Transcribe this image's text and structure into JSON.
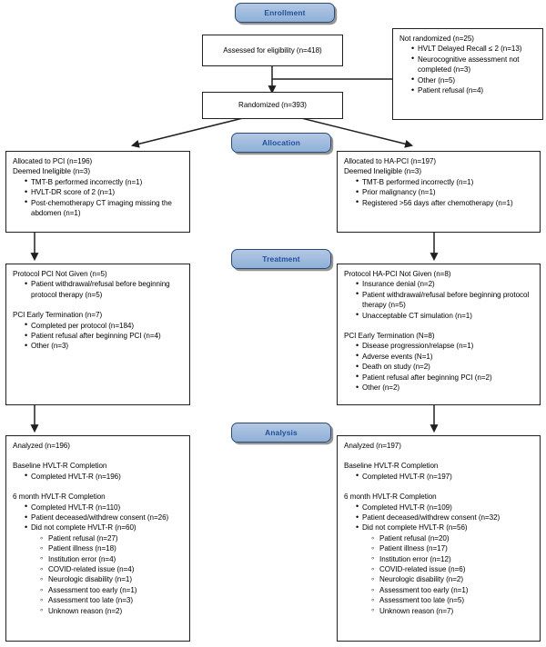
{
  "diagram": {
    "title": "CONSORT participant flow diagram",
    "accent_blue_fill": "#8fb0d8",
    "accent_blue_text": "#1f5099",
    "border_color": "#231f20"
  },
  "stages": [
    {
      "key": "enrollment",
      "label": "Enrollment"
    },
    {
      "key": "allocation",
      "label": "Allocation"
    },
    {
      "key": "treatment",
      "label": "Treatment"
    },
    {
      "key": "analysis",
      "label": "Analysis"
    }
  ],
  "enrollment": {
    "assessed": "Assessed for eligibility (n=418)",
    "randomized": "Randomized (n=393)",
    "not_randomized": {
      "heading": "Not randomized (n=25)",
      "items": [
        "HVLT Delayed Recall ≤ 2 (n=13)",
        "Neurocognitive assessment not completed (n=3)",
        "Other (n=5)",
        "Patient refusal (n=4)"
      ]
    }
  },
  "allocation": {
    "left": {
      "heading": "Allocated to PCI (n=196)",
      "subheading": "Deemed Ineligible (n=3)",
      "items": [
        "TMT-B performed incorrectly (n=1)",
        "HVLT-DR score of 2 (n=1)",
        "Post-chemotherapy CT imaging missing the abdomen (n=1)"
      ]
    },
    "right": {
      "heading": "Allocated to HA-PCI (n=197)",
      "subheading": "Deemed Ineligible (n=3)",
      "items": [
        "TMT-B performed incorrectly (n=1)",
        "Prior malignancy (n=1)",
        "Registered >56 days after chemotherapy (n=1)"
      ]
    }
  },
  "treatment": {
    "left": {
      "not_given_heading": "Protocol PCI Not Given (n=5)",
      "not_given_items": [
        "Patient withdrawal/refusal before beginning protocol therapy (n=5)"
      ],
      "early_term_heading": "PCI Early Termination (n=7)",
      "early_term_items": [
        "Completed per protocol (n=184)",
        "Patient refusal after beginning PCI (n=4)",
        "Other (n=3)"
      ]
    },
    "right": {
      "not_given_heading": "Protocol HA-PCI Not Given (n=8)",
      "not_given_items": [
        "Insurance denial (n=2)",
        "Patient withdrawal/refusal before beginning protocol therapy (n=5)",
        "Unacceptable CT simulation (n=1)"
      ],
      "early_term_heading": "PCI Early Termination (N=8)",
      "early_term_items": [
        "Disease progression/relapse (n=1)",
        "Adverse events (N=1)",
        "Death on study (n=2)",
        "Patient refusal after beginning PCI (n=2)",
        "Other (n=2)"
      ]
    }
  },
  "analysis": {
    "left": {
      "analyzed": "Analyzed (n=196)",
      "baseline_heading": "Baseline HVLT-R Completion",
      "baseline_items": [
        "Completed HVLT-R (n=196)"
      ],
      "sixmonth_heading": "6 month HVLT-R Completion",
      "sixmonth_items": [
        "Completed HVLT-R (n=110)",
        "Patient deceased/withdrew consent (n=26)",
        "Did not complete HVLT-R (n=60)"
      ],
      "reasons": [
        "Patient refusal (n=27)",
        "Patient illness (n=18)",
        "Institution error (n=4)",
        "COVID-related issue (n=4)",
        "Neurologic disability (n=1)",
        "Assessment too early (n=1)",
        "Assessment too late (n=3)",
        "Unknown reason (n=2)"
      ]
    },
    "right": {
      "analyzed": "Analyzed (n=197)",
      "baseline_heading": "Baseline HVLT-R Completion",
      "baseline_items": [
        "Completed HVLT-R (n=197)"
      ],
      "sixmonth_heading": "6 month HVLT-R Completion",
      "sixmonth_items": [
        "Completed HVLT-R (n=109)",
        "Patient deceased/withdrew consent (n=32)",
        "Did not complete HVLT-R (n=56)"
      ],
      "reasons": [
        "Patient refusal (n=20)",
        "Patient illness (n=17)",
        "Institution error (n=12)",
        "COVID-related issue (n=6)",
        "Neurologic disability (n=2)",
        "Assessment too early (n=1)",
        "Assessment too late (n=5)",
        "Unknown reason (n=7)"
      ]
    }
  }
}
